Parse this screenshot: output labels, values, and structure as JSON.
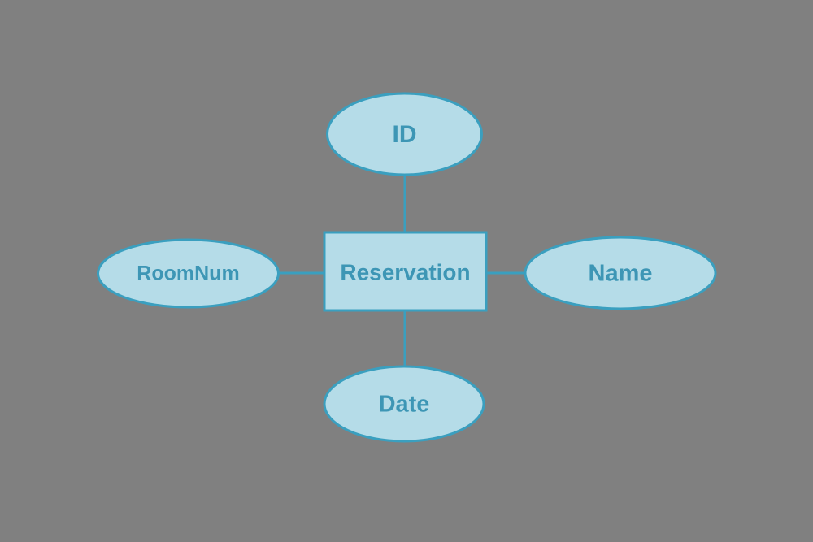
{
  "diagram": {
    "kind": "entity-relationship-diagram",
    "background_color": "#808080",
    "shape_fill_color": "#b5dce8",
    "shape_stroke_color": "#3a9fbf",
    "text_color": "#3d96b5",
    "entity": {
      "label": "Reservation",
      "shape": "rectangle"
    },
    "attributes": [
      {
        "id": "id",
        "label": "ID",
        "shape": "ellipse",
        "position": "top"
      },
      {
        "id": "roomnum",
        "label": "RoomNum",
        "shape": "ellipse",
        "position": "left"
      },
      {
        "id": "name",
        "label": "Name",
        "shape": "ellipse",
        "position": "right"
      },
      {
        "id": "date",
        "label": "Date",
        "shape": "ellipse",
        "position": "bottom"
      }
    ],
    "connectors": [
      {
        "from": "Reservation",
        "to": "ID"
      },
      {
        "from": "Reservation",
        "to": "RoomNum"
      },
      {
        "from": "Reservation",
        "to": "Name"
      },
      {
        "from": "Reservation",
        "to": "Date"
      }
    ]
  }
}
